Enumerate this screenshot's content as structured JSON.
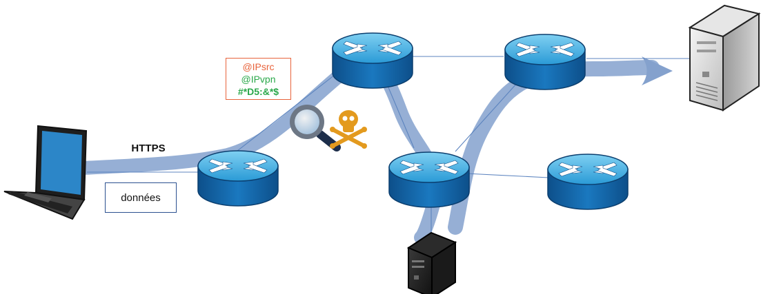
{
  "labels": {
    "protocol": "HTTPS",
    "payload": "données",
    "ip_src": "@IPsrc",
    "ip_vpn": "@IPvpn",
    "encrypted": "#*D5:&*$"
  },
  "colors": {
    "ip_src": "#e8623a",
    "ip_vpn": "#2aa84a",
    "tunnel": "#5b82bd",
    "router": "#1f7fc0",
    "link": "#3566b0",
    "threat": "#e39a1e"
  },
  "icons": [
    "laptop-icon",
    "router-icon",
    "server-icon",
    "magnifier-icon",
    "skull-crossbones-icon"
  ]
}
